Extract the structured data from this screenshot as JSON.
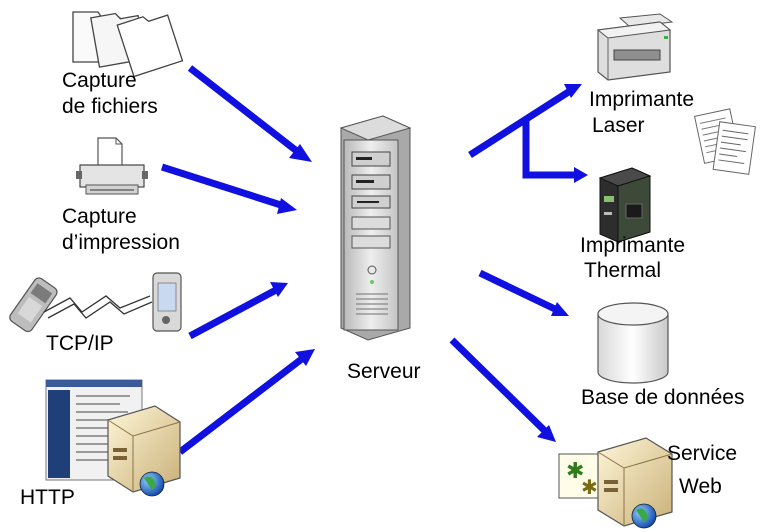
{
  "sources": {
    "file_capture": {
      "line1": "Capture",
      "line2": "de fichiers",
      "icon": "folders-icon"
    },
    "print_capture": {
      "line1": "Capture",
      "line2": "d’impression",
      "icon": "printer-icon"
    },
    "tcpip": {
      "label": "TCP/IP",
      "icon": "handheld-terminal-icon"
    },
    "http": {
      "label": "HTTP",
      "icon": "web-server-icon"
    }
  },
  "server": {
    "label": "Serveur",
    "icon": "tower-server-icon"
  },
  "destinations": {
    "laser": {
      "line1": "Imprimante",
      "line2": "Laser",
      "icon": "laser-printer-icon"
    },
    "thermal": {
      "line1": "Imprimante",
      "line2": "Thermal",
      "icon": "thermal-printer-icon"
    },
    "database": {
      "label": "Base de données",
      "icon": "database-icon"
    },
    "web_service": {
      "line1": "Service",
      "line2": "Web",
      "icon": "web-service-icon"
    }
  },
  "colors": {
    "arrow": "#1010e0",
    "server_body": "#d9d9d9"
  }
}
